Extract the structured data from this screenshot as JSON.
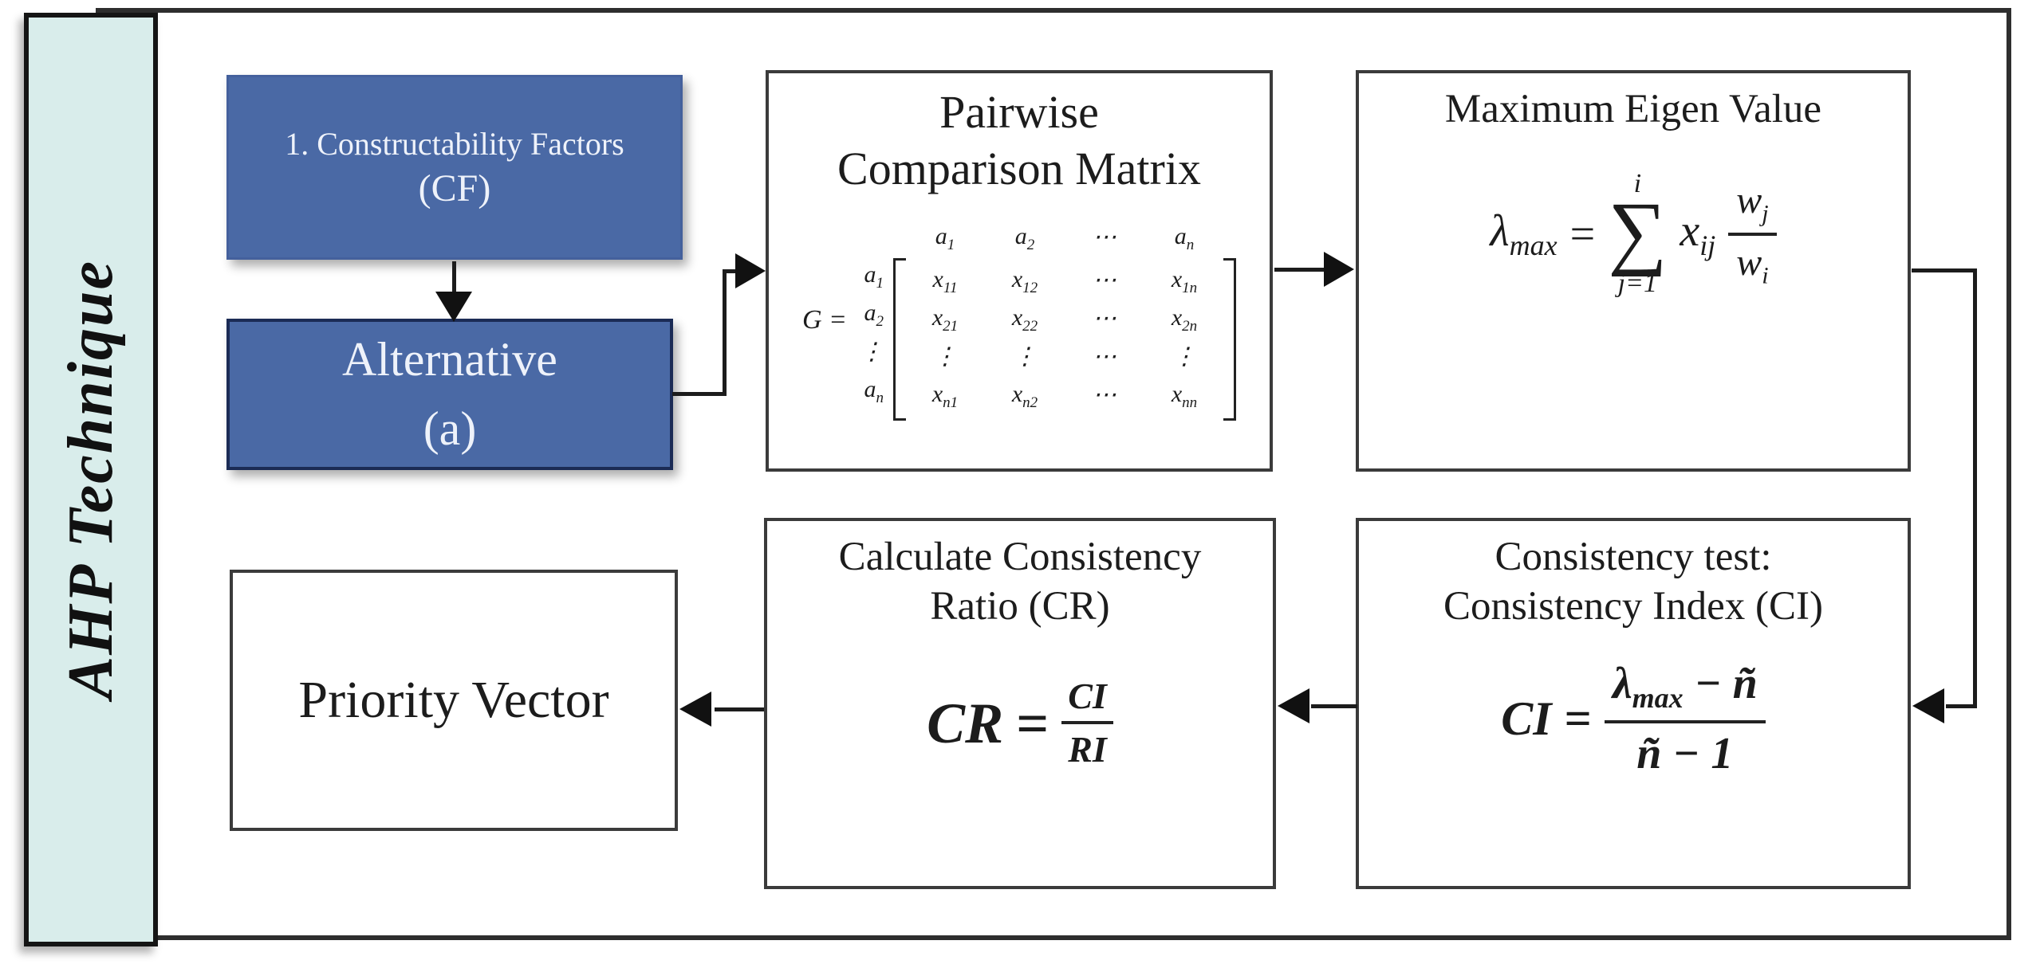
{
  "sidebar": {
    "title": "AHP Technique"
  },
  "colors": {
    "blue_box": "#4a69a5",
    "sidebar_bg": "#d9edeb",
    "line": "#1c1c1c",
    "box_border": "#3b3b3b"
  },
  "boxes": {
    "cf": {
      "line1": "1. Constructability Factors",
      "line2": "(CF)"
    },
    "alternative": {
      "line1": "Alternative",
      "line2": "(a)"
    },
    "pairwise": {
      "title1": "Pairwise",
      "title2": "Comparison Matrix",
      "g": "G",
      "eq": "=",
      "col_headers": [
        {
          "b": "a",
          "s": "1"
        },
        {
          "b": "a",
          "s": "2"
        },
        {
          "b": "⋯",
          "s": ""
        },
        {
          "b": "a",
          "s": "n"
        }
      ],
      "row_labels": [
        {
          "b": "a",
          "s": "1"
        },
        {
          "b": "a",
          "s": "2"
        },
        {
          "b": "⋮",
          "s": ""
        },
        {
          "b": "a",
          "s": "n"
        }
      ],
      "cells": [
        [
          {
            "b": "x",
            "s": "11"
          },
          {
            "b": "x",
            "s": "12"
          },
          {
            "b": "⋯",
            "s": ""
          },
          {
            "b": "x",
            "s": "1n"
          }
        ],
        [
          {
            "b": "x",
            "s": "21"
          },
          {
            "b": "x",
            "s": "22"
          },
          {
            "b": "⋯",
            "s": ""
          },
          {
            "b": "x",
            "s": "2n"
          }
        ],
        [
          {
            "b": "⋮",
            "s": ""
          },
          {
            "b": "⋮",
            "s": ""
          },
          {
            "b": "⋯",
            "s": ""
          },
          {
            "b": "⋮",
            "s": ""
          }
        ],
        [
          {
            "b": "x",
            "s": "n1"
          },
          {
            "b": "x",
            "s": "n2"
          },
          {
            "b": "⋯",
            "s": ""
          },
          {
            "b": "x",
            "s": "nn"
          }
        ]
      ]
    },
    "eigen": {
      "title": "Maximum Eigen Value",
      "lhs_base": "λ",
      "lhs_sub": "max",
      "eq": "=",
      "sum_top": "i",
      "sigma": "∑",
      "sum_bottom": "j=1",
      "term_base": "x",
      "term_sub": "ij",
      "num_base": "w",
      "num_sub": "j",
      "den_base": "w",
      "den_sub": "i"
    },
    "ci": {
      "title1": "Consistency test:",
      "title2": "Consistency Index (CI)",
      "lhs": "CI",
      "eq": "=",
      "num_base": "λ",
      "num_sub": "max",
      "num_rest": " − ñ",
      "den": "ñ − 1"
    },
    "cr": {
      "title1": "Calculate Consistency",
      "title2": "Ratio (CR)",
      "lhs": "CR",
      "eq": "=",
      "num": "CI",
      "den": "RI"
    },
    "priority": {
      "label": "Priority Vector"
    }
  }
}
